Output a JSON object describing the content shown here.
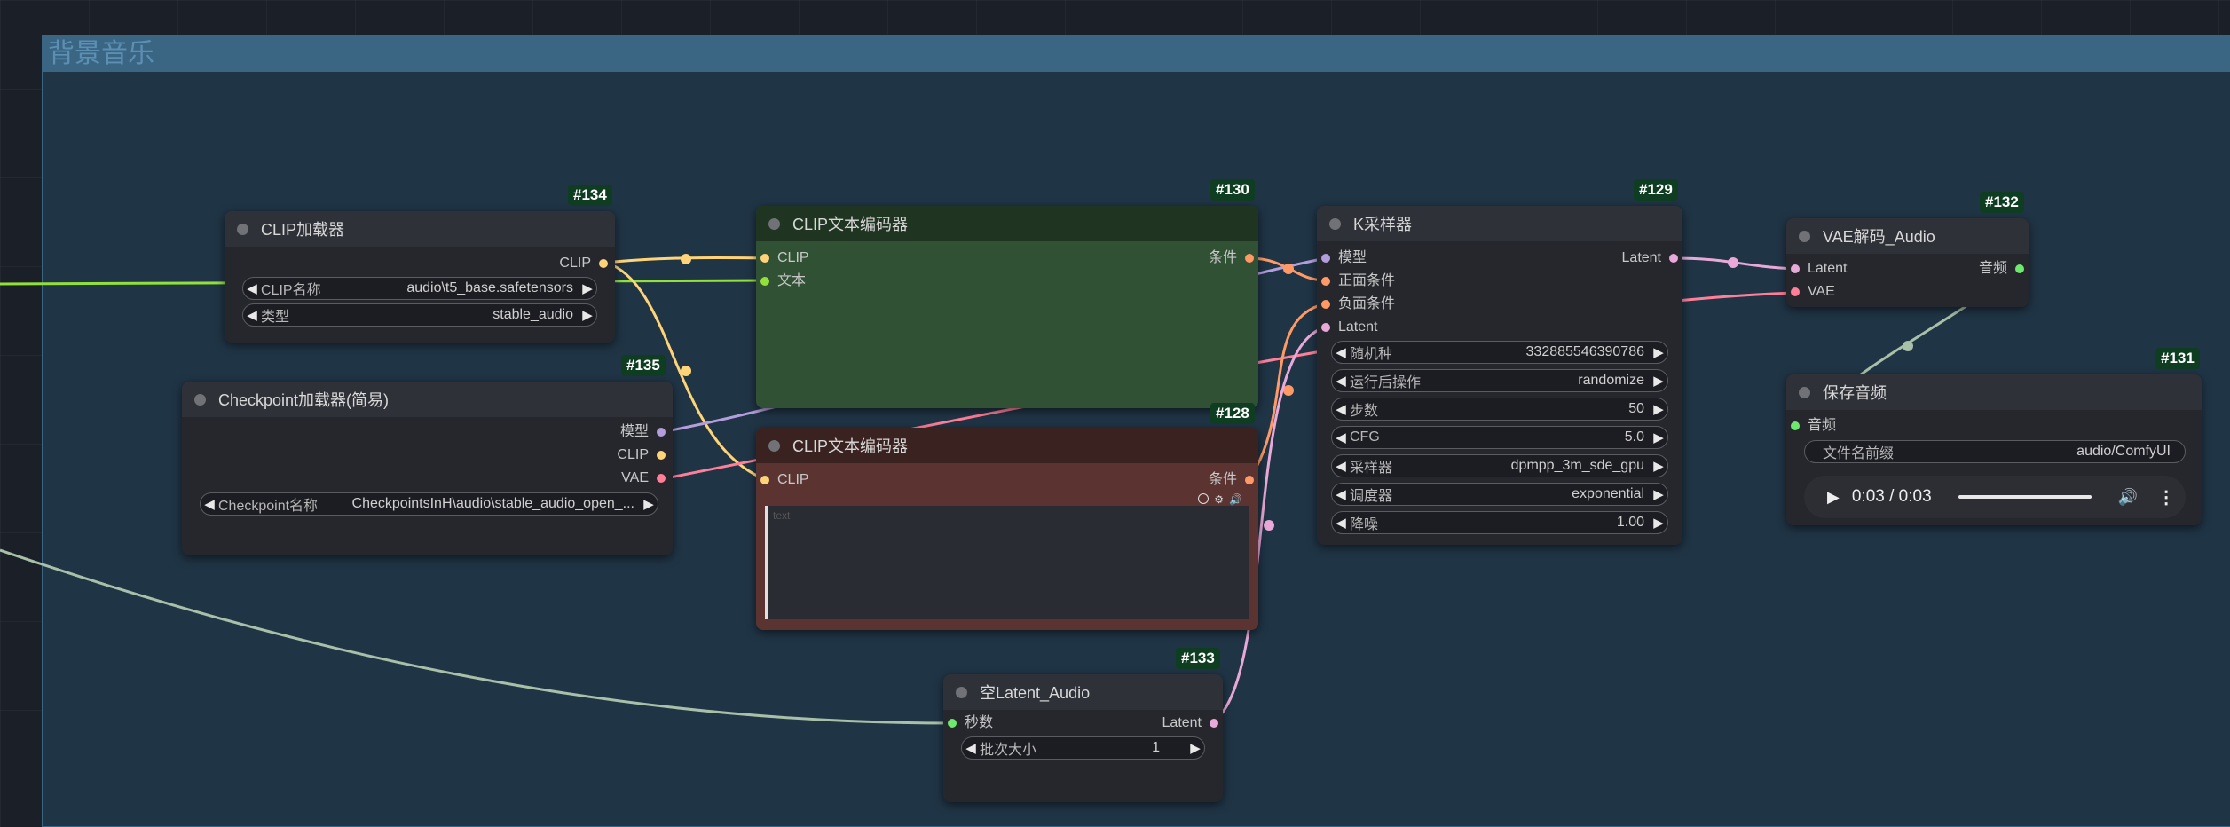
{
  "group": {
    "title": "背景音乐"
  },
  "colors": {
    "canvas_bg": "#1a1f28",
    "group_bg": "#1f3445",
    "group_header": "#3a6684",
    "node_bg": "#25272d",
    "node_header": "#2f3138",
    "node_green_bg": "#305133",
    "node_red_bg": "#5b3431",
    "id_badge": "#0f3d22",
    "wire_clip": "#ffd479",
    "wire_conditioning": "#ff9966",
    "wire_model": "#b39ddb",
    "wire_vae": "#ff7f99",
    "wire_latent": "#e8a9d8",
    "wire_int": "#a8c0a8",
    "wire_green": "#92e03b"
  },
  "nodes": {
    "clip_loader": {
      "id": "#134",
      "title": "CLIP加载器",
      "outputs": [
        "CLIP"
      ],
      "widgets": [
        {
          "label": "CLIP名称",
          "value": "audio\\t5_base.safetensors"
        },
        {
          "label": "类型",
          "value": "stable_audio"
        }
      ]
    },
    "checkpoint_loader": {
      "id": "#135",
      "title": "Checkpoint加载器(简易)",
      "outputs": [
        "模型",
        "CLIP",
        "VAE"
      ],
      "widgets": [
        {
          "label": "Checkpoint名称",
          "value": "CheckpointsInH\\audio\\stable_audio_open_..."
        }
      ]
    },
    "clip_text_pos": {
      "id": "#130",
      "title": "CLIP文本编码器",
      "inputs": [
        "CLIP",
        "文本"
      ],
      "outputs": [
        "条件"
      ]
    },
    "clip_text_neg": {
      "id": "#128",
      "title": "CLIP文本编码器",
      "inputs": [
        "CLIP"
      ],
      "outputs": [
        "条件"
      ],
      "text_placeholder": "text"
    },
    "ksampler": {
      "id": "#129",
      "title": "K采样器",
      "inputs": [
        "模型",
        "正面条件",
        "负面条件",
        "Latent"
      ],
      "outputs": [
        "Latent"
      ],
      "widgets": [
        {
          "label": "随机种",
          "value": "332885546390786"
        },
        {
          "label": "运行后操作",
          "value": "randomize"
        },
        {
          "label": "步数",
          "value": "50"
        },
        {
          "label": "CFG",
          "value": "5.0"
        },
        {
          "label": "采样器",
          "value": "dpmpp_3m_sde_gpu"
        },
        {
          "label": "调度器",
          "value": "exponential"
        },
        {
          "label": "降噪",
          "value": "1.00"
        }
      ]
    },
    "vae_decode": {
      "id": "#132",
      "title": "VAE解码_Audio",
      "inputs": [
        "Latent",
        "VAE"
      ],
      "outputs": [
        "音频"
      ]
    },
    "save_audio": {
      "id": "#131",
      "title": "保存音频",
      "inputs": [
        "音频"
      ],
      "widgets": [
        {
          "label": "文件名前缀",
          "value": "audio/ComfyUI"
        }
      ],
      "player_time": "0:03 / 0:03",
      "player_progress": 1.0
    },
    "empty_latent": {
      "id": "#133",
      "title": "空Latent_Audio",
      "inputs": [
        "秒数"
      ],
      "outputs": [
        "Latent"
      ],
      "widgets": [
        {
          "label": "批次大小",
          "value": "1"
        }
      ]
    }
  }
}
